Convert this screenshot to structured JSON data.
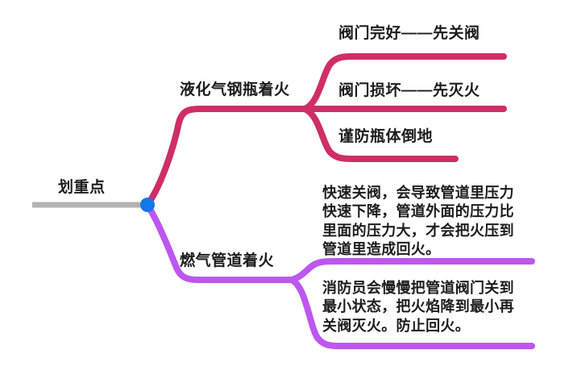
{
  "mindmap": {
    "root": {
      "label": "划重点",
      "stem_color": "#b3b3b3",
      "node_dot_color": "#1677e8"
    },
    "branches": [
      {
        "id": "topic-1",
        "label": "液化气钢瓶着火",
        "color": "#cf2e68",
        "children": [
          {
            "id": "leaf-1",
            "label": "阀门完好——先关阀"
          },
          {
            "id": "leaf-2",
            "label": "阀门损坏——先灭火"
          },
          {
            "id": "leaf-3",
            "label": "谨防瓶体倒地"
          }
        ]
      },
      {
        "id": "topic-2",
        "label": "燃气管道着火",
        "color": "#bd57ef",
        "children": [
          {
            "id": "leaf-4",
            "label": "快速关阀，会导致管道里压力快速下降，管道外面的压力比里面的压力大，才会把火压到管道里造成回火。"
          },
          {
            "id": "leaf-5",
            "label": "消防员会慢慢把管道阀门关到最小状态，把火焰降到最小再关阀灭火。防止回火。"
          }
        ]
      }
    ]
  }
}
